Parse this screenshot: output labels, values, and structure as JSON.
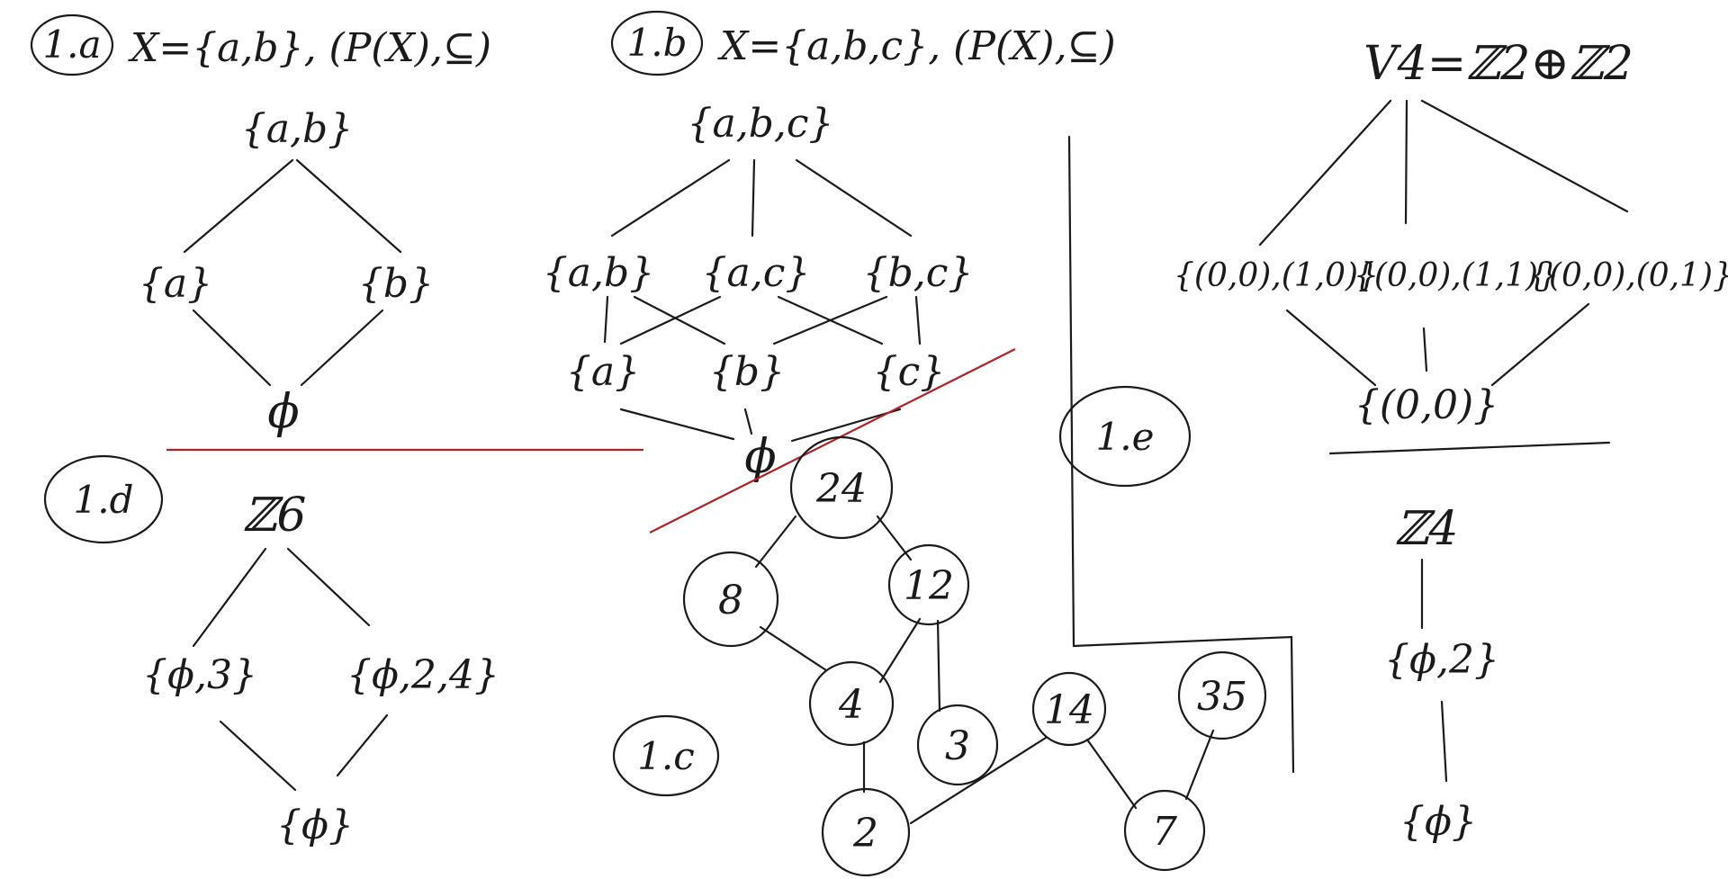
{
  "colors": {
    "ink": "#1a1a1a",
    "divider": "#b22222",
    "paper": "#ffffff"
  },
  "p1a": {
    "tag": "1.a",
    "heading": "X={a,b}, (P(X),⊆)",
    "top": "{a,b}",
    "left": "{a}",
    "right": "{b}",
    "bottom": "ϕ"
  },
  "p1b": {
    "tag": "1.b",
    "heading": "X={a,b,c}, (P(X),⊆)",
    "top": "{a,b,c}",
    "row2": [
      "{a,b}",
      "{a,c}",
      "{b,c}"
    ],
    "row3": [
      "{a}",
      "{b}",
      "{c}"
    ],
    "bottom": "ϕ"
  },
  "p1c": {
    "tag": "1.c",
    "nodes": [
      "24",
      "8",
      "12",
      "4",
      "3",
      "2",
      "14",
      "35",
      "7"
    ]
  },
  "p1d": {
    "tag": "1.d",
    "top": "ℤ6",
    "left": "{ϕ,3}",
    "right": "{ϕ,2,4}",
    "bottom": "{ϕ}"
  },
  "p1e": {
    "tag": "1.e",
    "top": "V4=ℤ2⊕ℤ2",
    "mid": [
      "{(0,0),(1,0)}",
      "{(0,0),(1,1)}",
      "{(0,0),(0,1)}"
    ],
    "bottom": "{(0,0)}"
  },
  "z4": {
    "top": "ℤ4",
    "mid": "{ϕ,2}",
    "bottom": "{ϕ}"
  }
}
